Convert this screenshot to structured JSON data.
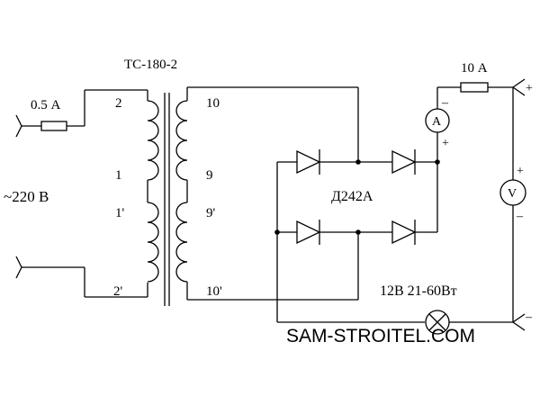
{
  "diagram": {
    "transformer_label": "ТС-180-2",
    "fuse_primary_label": "0.5 А",
    "fuse_secondary_label": "10 А",
    "mains_label": "~220 В",
    "primary_pins": [
      "2",
      "1",
      "1'",
      "2'"
    ],
    "secondary_pins": [
      "10",
      "9",
      "9'",
      "10'"
    ],
    "diode_label": "Д242А",
    "ammeter_label": "A",
    "voltmeter_label": "V",
    "lamp_label": "12В  21-60Вт",
    "polarity_minus": "–",
    "polarity_plus": "+",
    "watermark": "SAM-STROITEL.COM"
  }
}
